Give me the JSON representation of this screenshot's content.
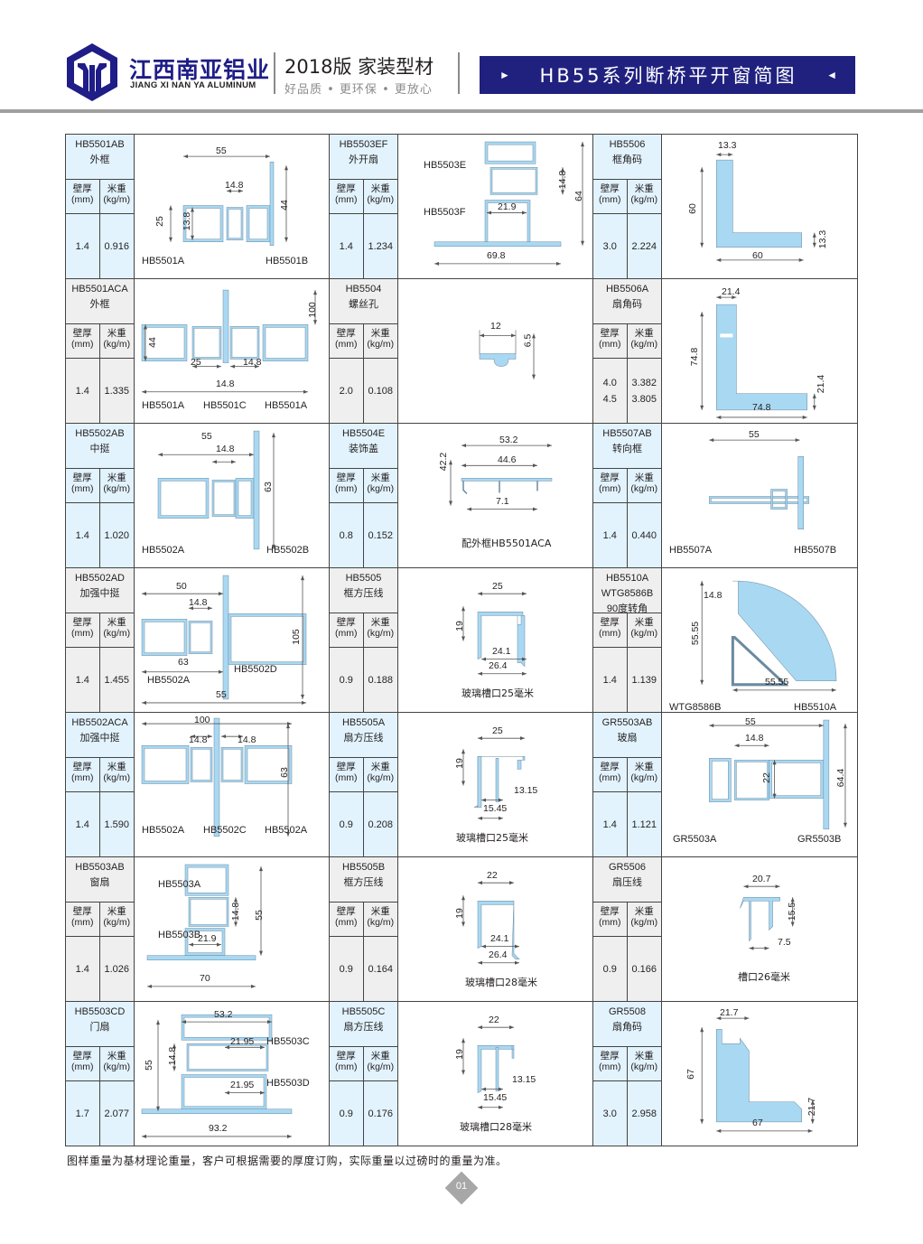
{
  "header": {
    "brand_cn": "江西南亚铝业",
    "brand_en": "JIANG XI NAN YA ALUMINUM",
    "edition": "2018版  家装型材",
    "slogan": "好品质 • 更环保 • 更放心",
    "title": "HB55系列断桥平开窗简图",
    "title_left_marker": "►",
    "title_right_marker": "◄",
    "logo_icon": "hexagon-logo-icon",
    "brand_color": "#1f1d87",
    "title_bg_color": "#20217f"
  },
  "table_headers": {
    "thickness": "壁厚",
    "thickness_unit": "(mm)",
    "weight": "米重",
    "weight_unit": "(kg/m)"
  },
  "colors": {
    "profile_fill": "#a9d8f2",
    "row_blue": "#e2f3fd",
    "row_gray": "#efefef"
  },
  "products": [
    {
      "code": "HB5501AB",
      "name": "外框",
      "thickness": [
        "1.4"
      ],
      "weight": [
        "0.916"
      ],
      "parts": [
        "HB5501A",
        "HB5501B"
      ],
      "dims": [
        "55",
        "14.8",
        "25",
        "13.8",
        "44"
      ],
      "note": ""
    },
    {
      "code": "HB5503EF",
      "name": "外开扇",
      "thickness": [
        "1.4"
      ],
      "weight": [
        "1.234"
      ],
      "parts": [
        "HB5503E",
        "HB5503F"
      ],
      "dims": [
        "14.8",
        "64",
        "21.9",
        "69.8"
      ],
      "note": ""
    },
    {
      "code": "HB5506",
      "name": "框角码",
      "thickness": [
        "3.0"
      ],
      "weight": [
        "2.224"
      ],
      "parts": [],
      "dims": [
        "13.3",
        "60",
        "13.3",
        "60"
      ],
      "note": ""
    },
    {
      "code": "HB5501ACA",
      "name": "外框",
      "thickness": [
        "1.4"
      ],
      "weight": [
        "1.335"
      ],
      "parts": [
        "HB5501A",
        "HB5501C",
        "HB5501A"
      ],
      "dims": [
        "44",
        "25",
        "14.8",
        "14.8",
        "100"
      ],
      "note": ""
    },
    {
      "code": "HB5504",
      "name": "螺丝孔",
      "thickness": [
        "2.0"
      ],
      "weight": [
        "0.108"
      ],
      "parts": [],
      "dims": [
        "12",
        "6.5"
      ],
      "note": ""
    },
    {
      "code": "HB5506A",
      "name": "扇角码",
      "thickness": [
        "4.0",
        "4.5"
      ],
      "weight": [
        "3.382",
        "3.805"
      ],
      "parts": [],
      "dims": [
        "21.4",
        "74.8",
        "21.4",
        "74.8"
      ],
      "note": ""
    },
    {
      "code": "HB5502AB",
      "name": "中挺",
      "thickness": [
        "1.4"
      ],
      "weight": [
        "1.020"
      ],
      "parts": [
        "HB5502A",
        "HB5502B"
      ],
      "dims": [
        "55",
        "14.8",
        "63"
      ],
      "note": ""
    },
    {
      "code": "HB5504E",
      "name": "装饰盖",
      "thickness": [
        "0.8"
      ],
      "weight": [
        "0.152"
      ],
      "parts": [],
      "dims": [
        "53.2",
        "44.6",
        "7.1",
        "42.2"
      ],
      "note": "配外框HB5501ACA"
    },
    {
      "code": "HB5507AB",
      "name": "转向框",
      "thickness": [
        "1.4"
      ],
      "weight": [
        "0.440"
      ],
      "parts": [
        "HB5507A",
        "HB5507B"
      ],
      "dims": [
        "55"
      ],
      "note": ""
    },
    {
      "code": "HB5502AD",
      "name": "加强中挺",
      "thickness": [
        "1.4"
      ],
      "weight": [
        "1.455"
      ],
      "parts": [
        "HB5502A",
        "HB5502D"
      ],
      "dims": [
        "50",
        "14.8",
        "63",
        "55",
        "105"
      ],
      "note": ""
    },
    {
      "code": "HB5505",
      "name": "框方压线",
      "thickness": [
        "0.9"
      ],
      "weight": [
        "0.188"
      ],
      "parts": [],
      "dims": [
        "25",
        "19",
        "24.1",
        "26.4"
      ],
      "note": "玻璃槽口25毫米"
    },
    {
      "code": "HB5510A WTG8586B",
      "name": "90度转角",
      "thickness": [
        "1.4"
      ],
      "weight": [
        "1.139"
      ],
      "parts": [
        "WTG8586B",
        "HB5510A"
      ],
      "dims": [
        "14.8",
        "55.55",
        "55.55"
      ],
      "note": ""
    },
    {
      "code": "HB5502ACA",
      "name": "加强中挺",
      "thickness": [
        "1.4"
      ],
      "weight": [
        "1.590"
      ],
      "parts": [
        "HB5502A",
        "HB5502C",
        "HB5502A"
      ],
      "dims": [
        "100",
        "14.8",
        "14.8",
        "63"
      ],
      "note": ""
    },
    {
      "code": "HB5505A",
      "name": "扇方压线",
      "thickness": [
        "0.9"
      ],
      "weight": [
        "0.208"
      ],
      "parts": [],
      "dims": [
        "25",
        "19",
        "13.15",
        "15.45"
      ],
      "note": "玻璃槽口25毫米"
    },
    {
      "code": "GR5503AB",
      "name": "玻扇",
      "thickness": [
        "1.4"
      ],
      "weight": [
        "1.121"
      ],
      "parts": [
        "GR5503A",
        "GR5503B"
      ],
      "dims": [
        "55",
        "14.8",
        "22",
        "64.4"
      ],
      "note": ""
    },
    {
      "code": "HB5503AB",
      "name": "窗扇",
      "thickness": [
        "1.4"
      ],
      "weight": [
        "1.026"
      ],
      "parts": [
        "HB5503A",
        "HB5503B"
      ],
      "dims": [
        "14.8",
        "55",
        "21.9",
        "70"
      ],
      "note": ""
    },
    {
      "code": "HB5505B",
      "name": "框方压线",
      "thickness": [
        "0.9"
      ],
      "weight": [
        "0.164"
      ],
      "parts": [],
      "dims": [
        "22",
        "19",
        "24.1",
        "26.4"
      ],
      "note": "玻璃槽口28毫米"
    },
    {
      "code": "GR5506",
      "name": "扇压线",
      "thickness": [
        "0.9"
      ],
      "weight": [
        "0.166"
      ],
      "parts": [],
      "dims": [
        "20.7",
        "15.5",
        "7.5"
      ],
      "note": "槽口26毫米"
    },
    {
      "code": "HB5503CD",
      "name": "门扇",
      "thickness": [
        "1.7"
      ],
      "weight": [
        "2.077"
      ],
      "parts": [
        "HB5503C",
        "HB5503D"
      ],
      "dims": [
        "53.2",
        "21.95",
        "55",
        "14.8",
        "21.95",
        "93.2"
      ],
      "note": ""
    },
    {
      "code": "HB5505C",
      "name": "扇方压线",
      "thickness": [
        "0.9"
      ],
      "weight": [
        "0.176"
      ],
      "parts": [],
      "dims": [
        "22",
        "19",
        "13.15",
        "15.45"
      ],
      "note": "玻璃槽口28毫米"
    },
    {
      "code": "GR5508",
      "name": "扇角码",
      "thickness": [
        "3.0"
      ],
      "weight": [
        "2.958"
      ],
      "parts": [],
      "dims": [
        "21.7",
        "67",
        "21.7",
        "67"
      ],
      "note": ""
    }
  ],
  "footer": {
    "note": "图样重量为基材理论重量，客户可根据需要的厚度订购，实际重量以过磅时的重量为准。",
    "page_number": "01"
  }
}
